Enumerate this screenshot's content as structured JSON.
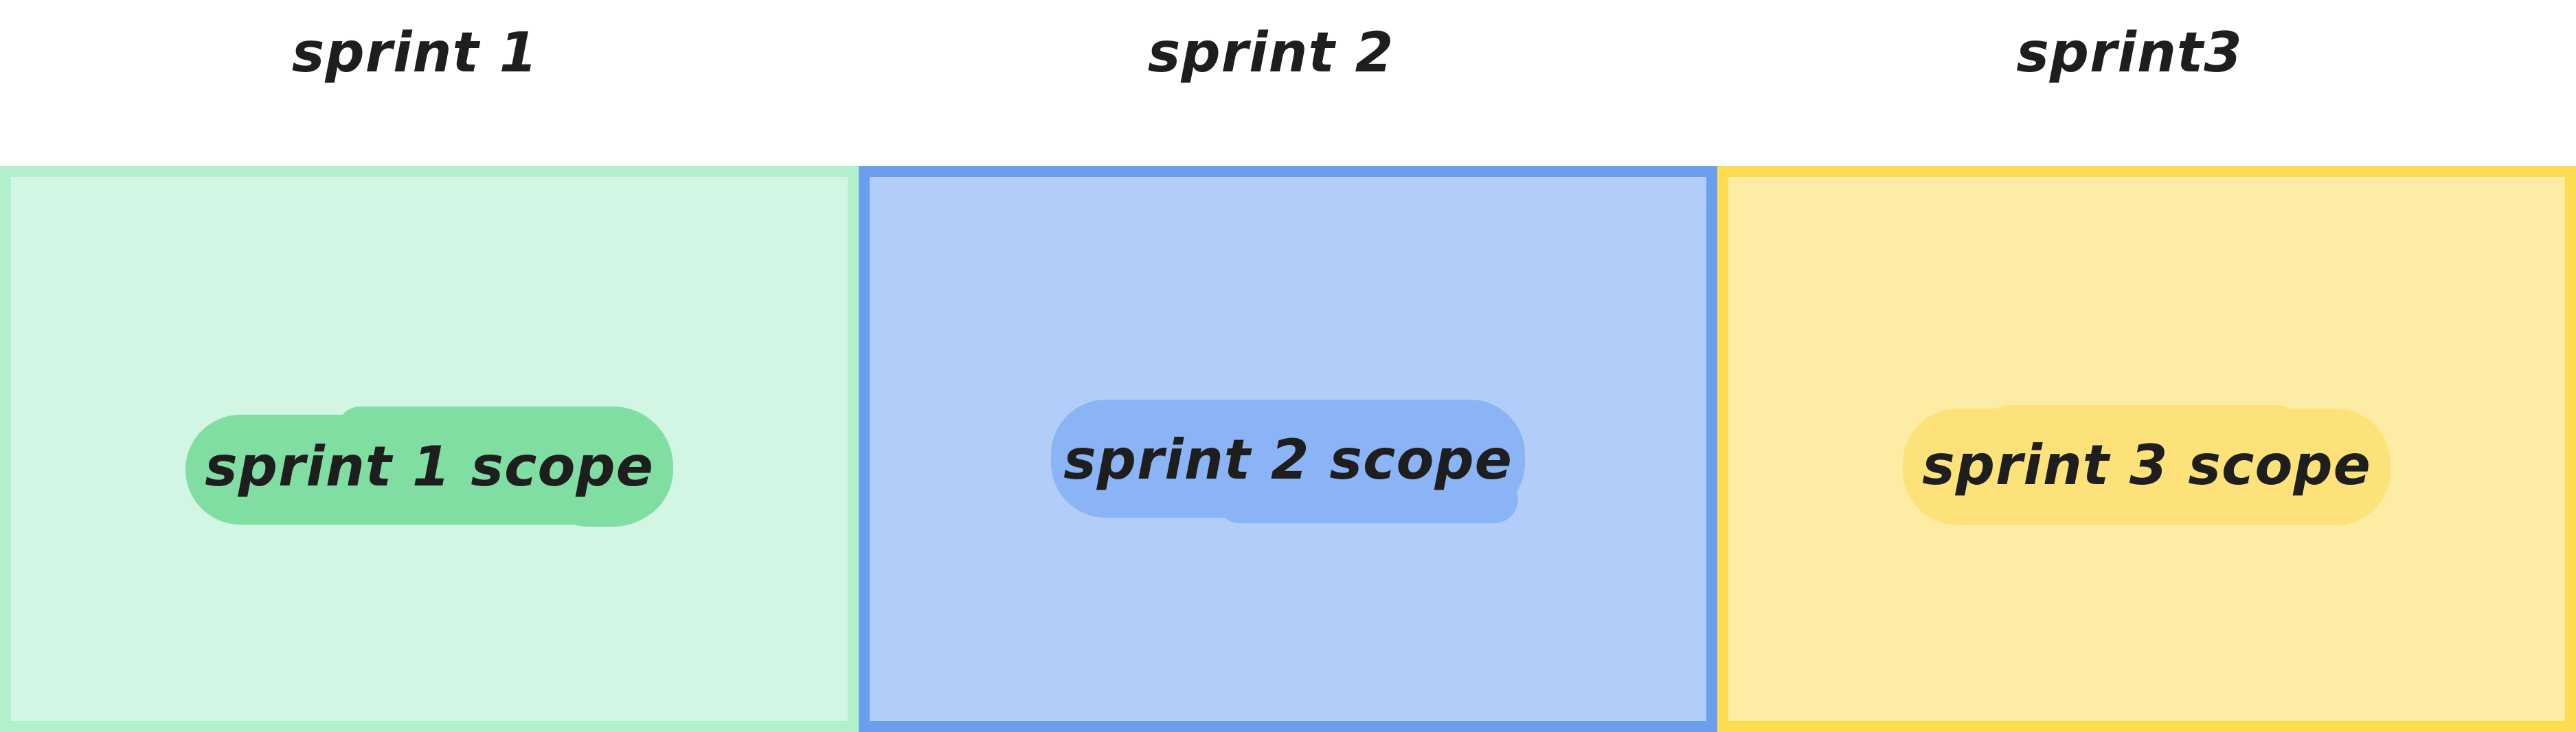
{
  "columns": [
    {
      "title": "sprint 1",
      "scope_label": "sprint 1 scope",
      "frame_fill": "#d3f5e3",
      "frame_border": "#b2f0cc",
      "pill_color": "#80dea3"
    },
    {
      "title": "sprint 2",
      "scope_label": "sprint 2 scope",
      "frame_fill": "#b2cdf8",
      "frame_border": "#6c9eef",
      "pill_color": "#8ab4f5"
    },
    {
      "title": "sprint3",
      "scope_label": "sprint 3 scope",
      "frame_fill": "#fdeca3",
      "frame_border": "#fedc50",
      "pill_color": "#fde27a"
    }
  ]
}
